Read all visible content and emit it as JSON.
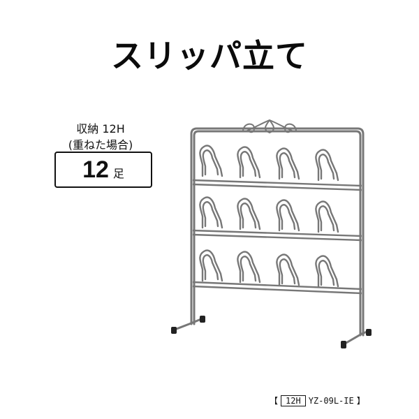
{
  "title": "スリッパ立て",
  "storage": {
    "label_line1": "収納 12H",
    "label_line2": "(重ねた場合)",
    "count": "12",
    "unit": "足"
  },
  "model": {
    "open": "【",
    "size_code": "12H",
    "number": "YZ-09L-IE",
    "close": "】"
  }
}
